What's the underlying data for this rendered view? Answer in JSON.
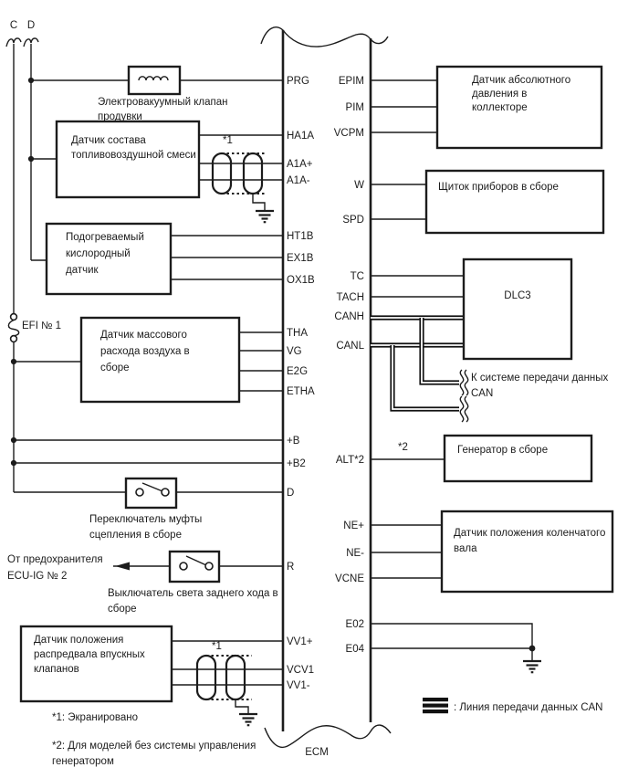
{
  "connectors": {
    "c": "C",
    "d": "D",
    "ecm": "ECM"
  },
  "pins_left": [
    "PRG",
    "HA1A",
    "A1A+",
    "A1A-",
    "HT1B",
    "EX1B",
    "OX1B",
    "THA",
    "VG",
    "E2G",
    "ETHA",
    "+B",
    "+B2",
    "D",
    "R",
    "VV1+",
    "VCV1",
    "VV1-"
  ],
  "pins_right": [
    "EPIM",
    "PIM",
    "VCPM",
    "W",
    "SPD",
    "TC",
    "TACH",
    "CANH",
    "CANL",
    "ALT*2",
    "NE+",
    "NE-",
    "VCNE",
    "E02",
    "E04"
  ],
  "components": {
    "purge_valve": [
      "Электровакуумный клапан",
      "продувки"
    ],
    "afr_sensor": [
      "Датчик состава",
      "топливовоздушной смеси"
    ],
    "heated_o2_sensor": [
      "Подогреваемый",
      "кислородный",
      "датчик"
    ],
    "maf_sensor": [
      "Датчик массового",
      "расхода воздуха в",
      "сборе"
    ],
    "clutch_switch": [
      "Переключатель муфты",
      "сцепления в сборе"
    ],
    "backup_switch": [
      "Выключатель света заднего хода в",
      "сборе"
    ],
    "cam_sensor": [
      "Датчик положения",
      "распредвала впускных",
      "клапанов"
    ],
    "map_sensor": [
      "Датчик абсолютного",
      "давления в",
      "коллекторе"
    ],
    "combination_meter": "Щиток приборов в сборе",
    "dlc3": "DLC3",
    "generator": "Генератор в сборе",
    "crank_sensor": [
      "Датчик положения коленчатого",
      "вала"
    ]
  },
  "labels": {
    "fuse_efi": "EFI № 1",
    "from_fuse": [
      "От предохранителя",
      "ECU-IG № 2"
    ],
    "can_note": [
      "К системе передачи данных",
      "CAN"
    ],
    "legend_can": ": Линия передачи данных CAN",
    "star1": "*1",
    "star2": "*2",
    "note1": "*1: Экранировано",
    "note2": [
      "*2: Для моделей без системы управления",
      "генератором"
    ]
  },
  "colors": {
    "line": "#1c1c1c",
    "background": "#ffffff"
  }
}
